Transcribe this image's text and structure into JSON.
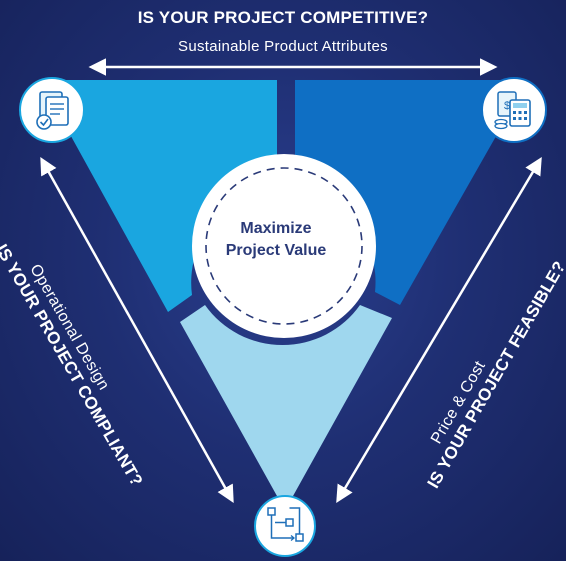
{
  "top": {
    "question": "IS YOUR PROJECT COMPETITIVE?",
    "subtitle": "Sustainable Product Attributes"
  },
  "left": {
    "question": "IS YOUR PROJECT COMPLIANT?",
    "subtitle": "Operational Design"
  },
  "right": {
    "question": "IS YOUR PROJECT FEASIBLE?",
    "subtitle": "Price & Cost"
  },
  "center": {
    "line1": "Maximize",
    "line2": "Project Value"
  },
  "icons": {
    "top_left": "compliance-document-icon",
    "top_right": "calculator-cost-icon",
    "bottom": "workflow-diagram-icon"
  },
  "colors": {
    "background": "#1f2f73",
    "segment_left": "#1aa6e0",
    "segment_right": "#0f6fc4",
    "segment_bottom": "#9fd7ee",
    "center_circle": "#ffffff",
    "accent_text": "#2a3a78"
  }
}
